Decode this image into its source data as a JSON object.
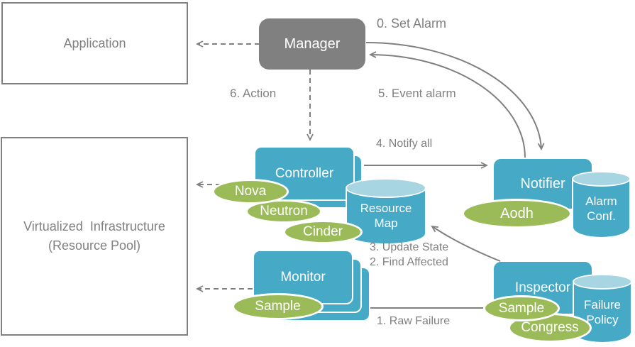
{
  "colors": {
    "blue": "#46aac7",
    "blue-light": "#a7d5e2",
    "green": "#9bbb59",
    "gray": "#808080"
  },
  "nodes": {
    "application": "Application",
    "virtualized_infrastructure": {
      "line1": "Virtualized  Infrastructure",
      "line2": "(Resource Pool)"
    },
    "manager": "Manager",
    "controller": "Controller",
    "monitor": "Monitor",
    "notifier": "Notifier",
    "inspector": "Inspector"
  },
  "datastores": {
    "resource_map": {
      "line1": "Resource",
      "line2": "Map"
    },
    "alarm_conf": {
      "line1": "Alarm",
      "line2": "Conf."
    },
    "failure_policy": {
      "line1": "Failure",
      "line2": "Policy"
    }
  },
  "plugins": {
    "nova": "Nova",
    "neutron": "Neutron",
    "cinder": "Cinder",
    "monitor_sample": "Sample",
    "aodh": "Aodh",
    "inspector_sample": "Sample",
    "congress": "Congress"
  },
  "flows": {
    "set_alarm": "0. Set Alarm",
    "event_alarm": "5. Event alarm",
    "action": "6. Action",
    "notify_all": "4. Notify all",
    "update_state": "3. Update State",
    "find_affected": "2. Find Affected",
    "raw_failure": "1. Raw Failure"
  }
}
